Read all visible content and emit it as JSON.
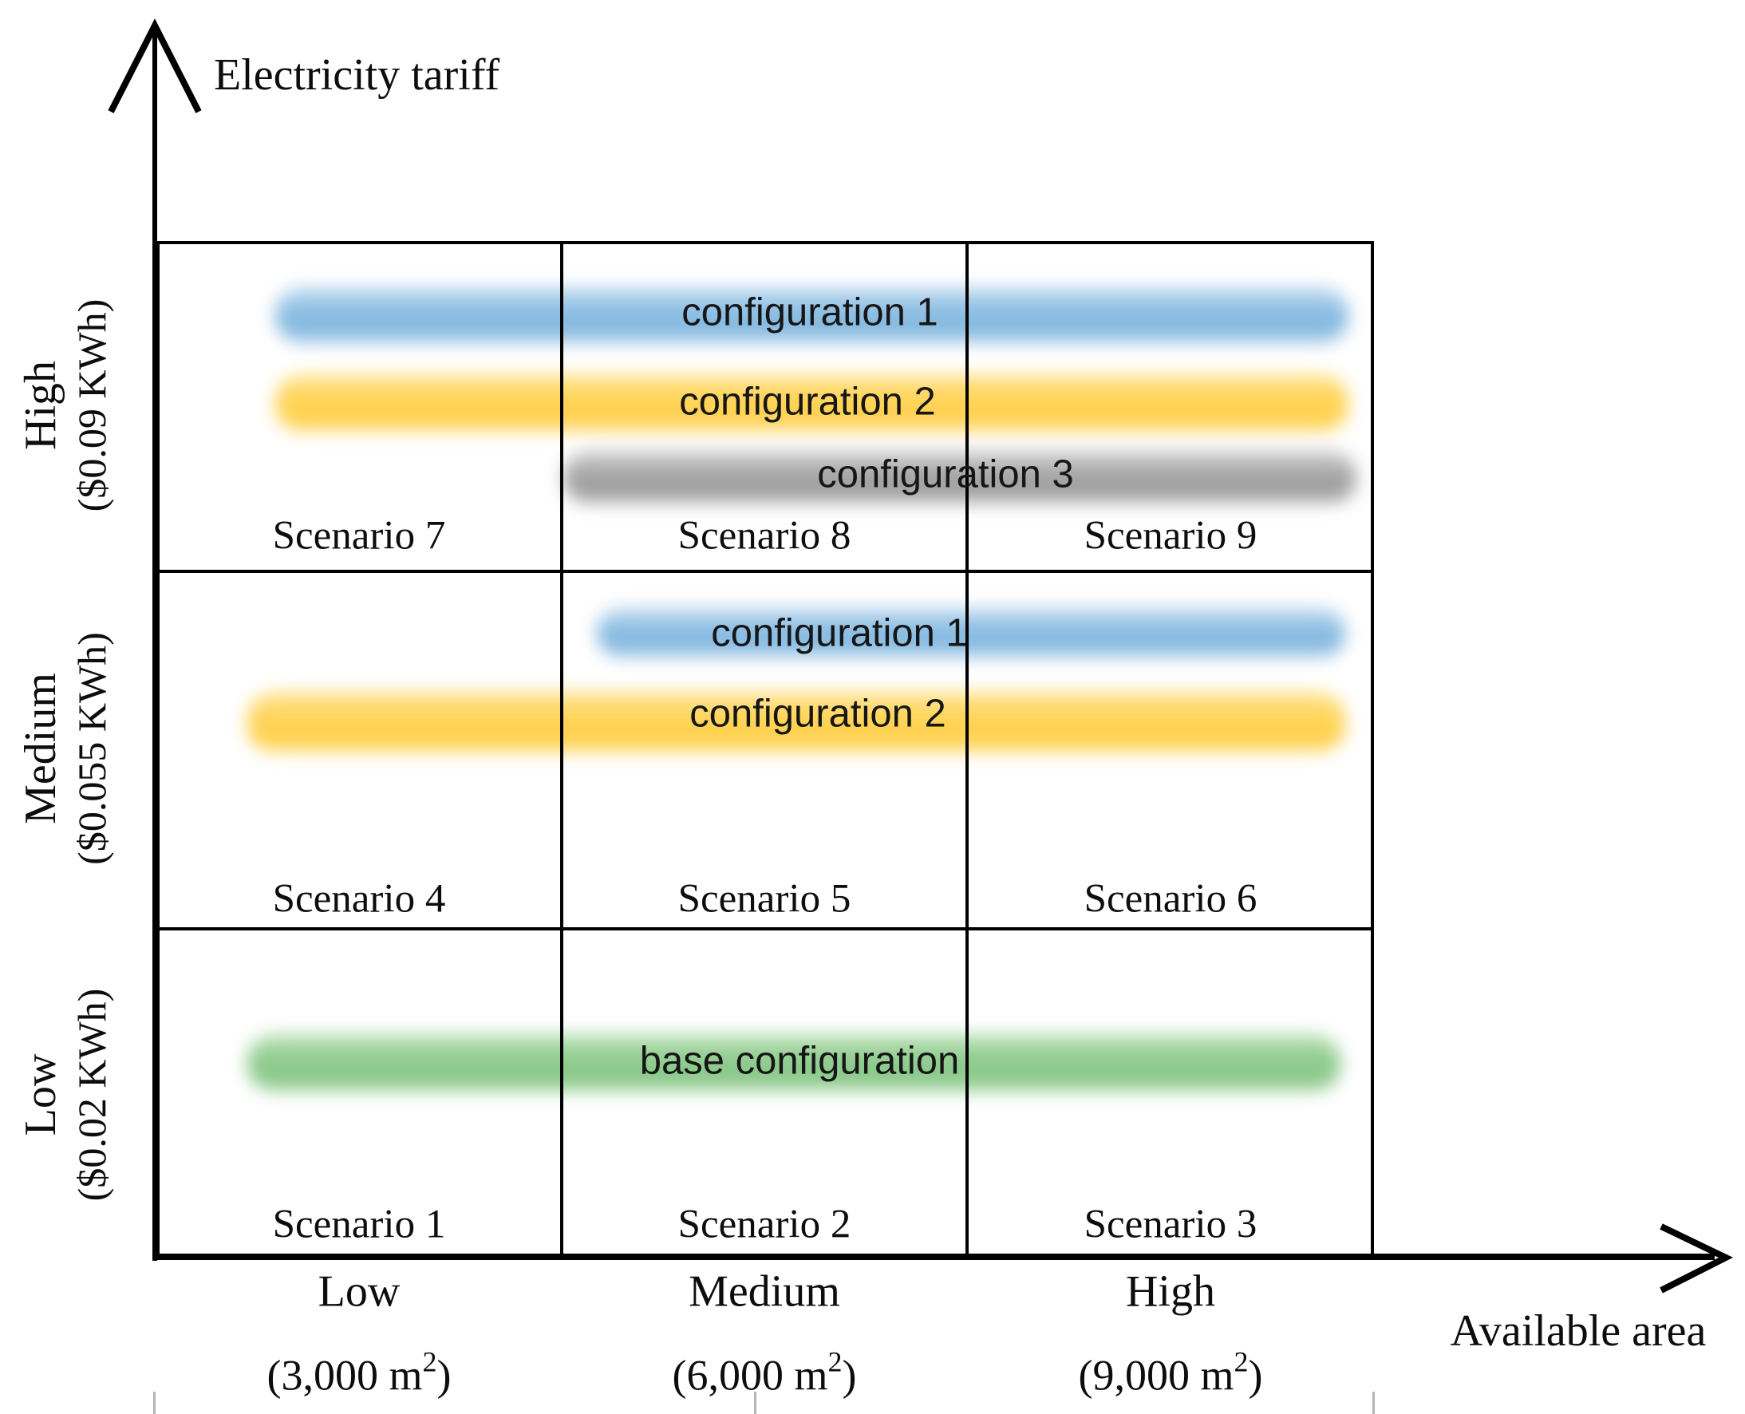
{
  "figure": {
    "y_axis": {
      "title": "Electricity tariff",
      "levels": [
        {
          "level": "High",
          "tariff": "($0.09 KWh)"
        },
        {
          "level": "Medium",
          "tariff": "($0.055 KWh)"
        },
        {
          "level": "Low",
          "tariff": "($0.02 KWh)"
        }
      ]
    },
    "x_axis": {
      "title": "Available area",
      "levels": [
        {
          "level": "Low",
          "area_base": "(3,000 m",
          "area_sup": "2",
          "area_close": ")"
        },
        {
          "level": "Medium",
          "area_base": "(6,000 m",
          "area_sup": "2",
          "area_close": ")"
        },
        {
          "level": "High",
          "area_base": "(9,000 m",
          "area_sup": "2",
          "area_close": ")"
        }
      ]
    },
    "grid": {
      "rows": [
        {
          "tariff_level": "High",
          "scenarios": [
            "Scenario 7",
            "Scenario 8",
            "Scenario 9"
          ]
        },
        {
          "tariff_level": "Medium",
          "scenarios": [
            "Scenario 4",
            "Scenario 5",
            "Scenario 6"
          ]
        },
        {
          "tariff_level": "Low",
          "scenarios": [
            "Scenario 1",
            "Scenario 2",
            "Scenario 3"
          ]
        }
      ]
    },
    "bars": [
      {
        "row": "High",
        "label": "configuration 1",
        "color": "#83B7DF"
      },
      {
        "row": "High",
        "label": "configuration 2",
        "color": "#FFD04A"
      },
      {
        "row": "High",
        "label": "configuration 3",
        "color": "#9B9B9B"
      },
      {
        "row": "Medium",
        "label": "configuration 1",
        "color": "#83B7DF"
      },
      {
        "row": "Medium",
        "label": "configuration 2",
        "color": "#FFD04A"
      },
      {
        "row": "Low",
        "label": "base configuration",
        "color": "#86C786"
      }
    ]
  }
}
